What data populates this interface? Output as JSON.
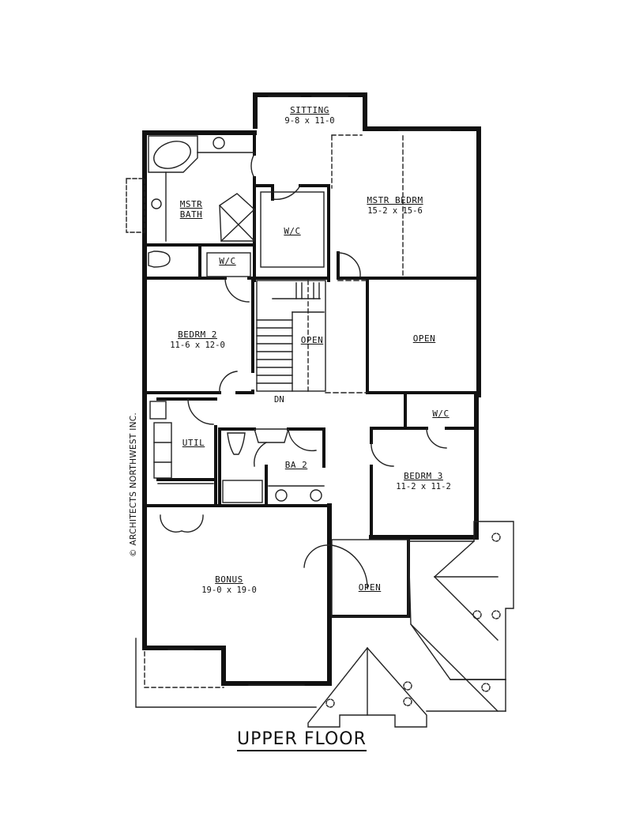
{
  "plan": {
    "title": "UPPER FLOOR",
    "credit": "© ARCHITECTS NORTHWEST INC.",
    "stair_label": "DN",
    "rooms": [
      {
        "name": "SITTING",
        "dim": "9-8 x 11-0"
      },
      {
        "name": "MSTR BEDRM",
        "dim": "15-2 x 15-6"
      },
      {
        "name": "MSTR BATH",
        "dim": ""
      },
      {
        "name": "W/C",
        "dim": ""
      },
      {
        "name": "W/C",
        "dim": ""
      },
      {
        "name": "BEDRM 2",
        "dim": "11-6 x 12-0"
      },
      {
        "name": "OPEN",
        "dim": ""
      },
      {
        "name": "OPEN",
        "dim": ""
      },
      {
        "name": "W/C",
        "dim": ""
      },
      {
        "name": "BEDRM 3",
        "dim": "11-2 x 11-2"
      },
      {
        "name": "UTIL",
        "dim": ""
      },
      {
        "name": "BA 2",
        "dim": ""
      },
      {
        "name": "BONUS",
        "dim": "19-0 x 19-0"
      },
      {
        "name": "OPEN",
        "dim": ""
      }
    ],
    "colors": {
      "wall": "#111111",
      "line": "#222222",
      "background": "#ffffff"
    }
  }
}
